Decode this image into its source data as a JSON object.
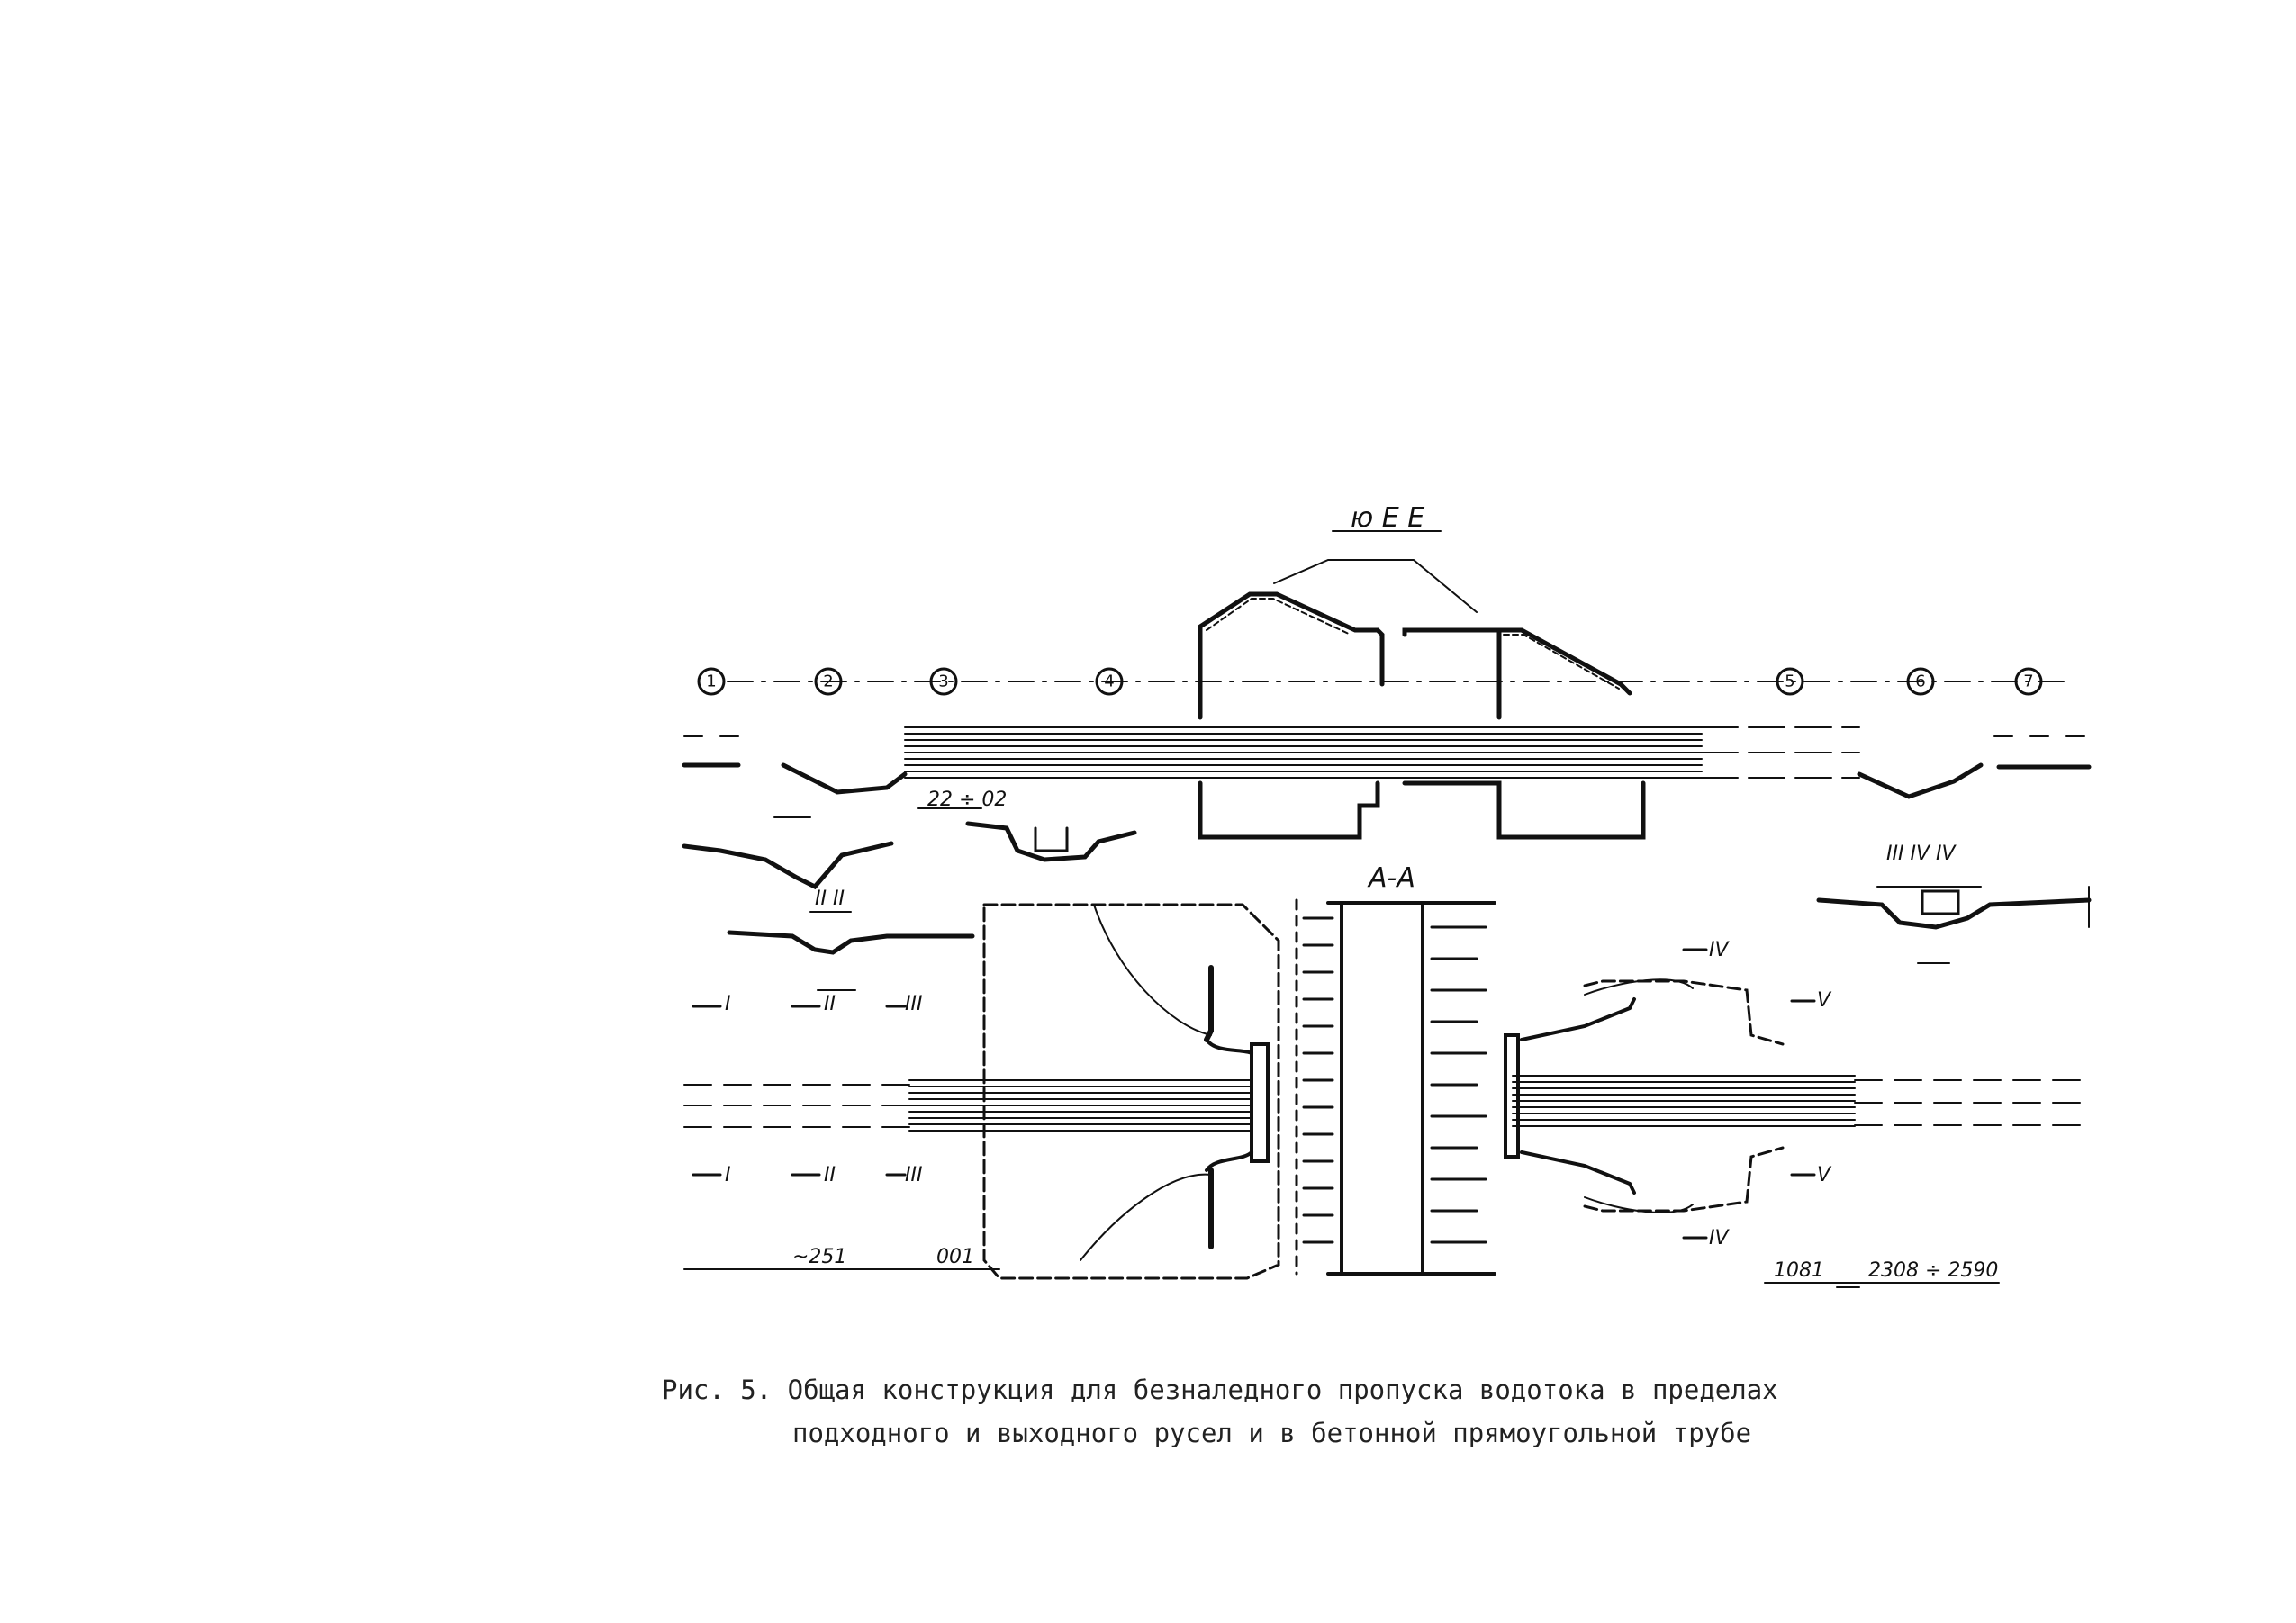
{
  "figure": {
    "caption_line1": "Рис. 5. Общая конструкция для безналедного пропуска водотока в пределах",
    "caption_line2": "подходного и выходного русел и в бетонной прямоугольной трубе"
  },
  "labels": {
    "section_top": "ю Е Е",
    "section_aa": "А-А",
    "section_II": "II II",
    "section_III": "III IV IV",
    "mark_I_left": "I",
    "mark_II_left": "II",
    "mark_III_left": "III",
    "mark_I_left_b": "I",
    "mark_II_left_b": "II",
    "mark_III_left_b": "III",
    "mark_IV_top": "IV",
    "mark_V_top": "V",
    "mark_IV_bot": "IV",
    "mark_V_bot": "V",
    "dim_left": "~251",
    "dim_left2": "001",
    "dim_right1": "1081",
    "dim_right2": "2308 ÷ 2590",
    "small_section": "22 ÷ 02"
  },
  "axis_markers": [
    "1",
    "2",
    "3",
    "4",
    "5",
    "6",
    "7"
  ]
}
